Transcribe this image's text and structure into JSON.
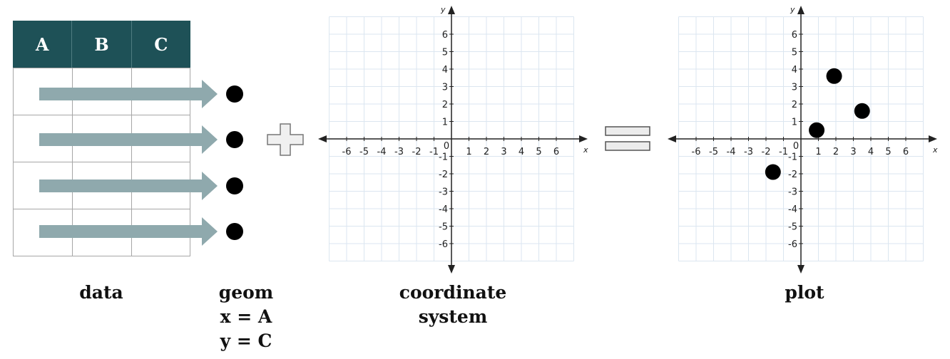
{
  "table": {
    "headers": [
      "A",
      "B",
      "C"
    ],
    "row_count": 4
  },
  "captions": {
    "data": "data",
    "geom": "geom",
    "geom_x": "x = A",
    "geom_y": "y = C",
    "coord_line1": "coordinate",
    "coord_line2": "system",
    "plot": "plot"
  },
  "operators": {
    "plus": "plus-sign",
    "equals": "equals-sign"
  },
  "axes": {
    "x_name": "x",
    "y_name": "y",
    "x_ticks": [
      "-6",
      "-5",
      "-4",
      "-3",
      "-2",
      "-1",
      "0",
      "1",
      "2",
      "3",
      "4",
      "5",
      "6"
    ],
    "y_ticks": [
      "6",
      "5",
      "4",
      "3",
      "2",
      "1",
      "-1",
      "-2",
      "-3",
      "-4",
      "-5",
      "-6"
    ],
    "xlim": [
      -7,
      7
    ],
    "ylim": [
      -7,
      7
    ]
  },
  "chart_data": {
    "type": "scatter",
    "x": [
      -1.6,
      0.9,
      1.9,
      3.5
    ],
    "y": [
      -1.9,
      0.5,
      3.6,
      1.6
    ],
    "xlim": [
      -7,
      7
    ],
    "ylim": [
      -7,
      7
    ],
    "grid": true
  },
  "colors": {
    "header_bg": "#1e5157",
    "arrow": "#8fa9ad",
    "grid": "#dbe6f0",
    "axis": "#222222"
  }
}
